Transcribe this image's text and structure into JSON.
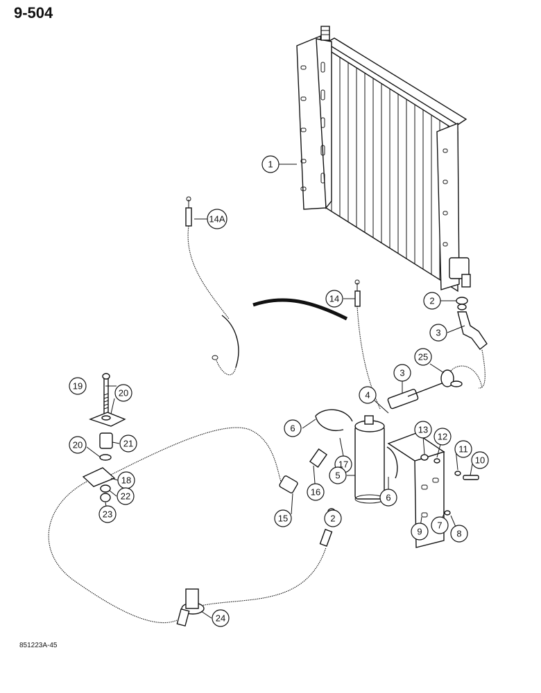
{
  "page": {
    "number": "9-504",
    "drawing_code": "851223A-45"
  },
  "callouts": [
    {
      "id": "c1",
      "label": "1"
    },
    {
      "id": "c14a",
      "label": "14A"
    },
    {
      "id": "c14",
      "label": "14"
    },
    {
      "id": "c2a",
      "label": "2"
    },
    {
      "id": "c3a",
      "label": "3"
    },
    {
      "id": "c25",
      "label": "25"
    },
    {
      "id": "c3b",
      "label": "3"
    },
    {
      "id": "c4",
      "label": "4"
    },
    {
      "id": "c19",
      "label": "19"
    },
    {
      "id": "c20a",
      "label": "20"
    },
    {
      "id": "c6a",
      "label": "6"
    },
    {
      "id": "c20b",
      "label": "20"
    },
    {
      "id": "c21",
      "label": "21"
    },
    {
      "id": "c13",
      "label": "13"
    },
    {
      "id": "c12",
      "label": "12"
    },
    {
      "id": "c17",
      "label": "17"
    },
    {
      "id": "c11",
      "label": "11"
    },
    {
      "id": "c10",
      "label": "10"
    },
    {
      "id": "c5",
      "label": "5"
    },
    {
      "id": "c18",
      "label": "18"
    },
    {
      "id": "c6b",
      "label": "6"
    },
    {
      "id": "c22",
      "label": "22"
    },
    {
      "id": "c16",
      "label": "16"
    },
    {
      "id": "c23",
      "label": "23"
    },
    {
      "id": "c15",
      "label": "15"
    },
    {
      "id": "c2b",
      "label": "2"
    },
    {
      "id": "c9",
      "label": "9"
    },
    {
      "id": "c7",
      "label": "7"
    },
    {
      "id": "c8",
      "label": "8"
    },
    {
      "id": "c24",
      "label": "24"
    }
  ]
}
